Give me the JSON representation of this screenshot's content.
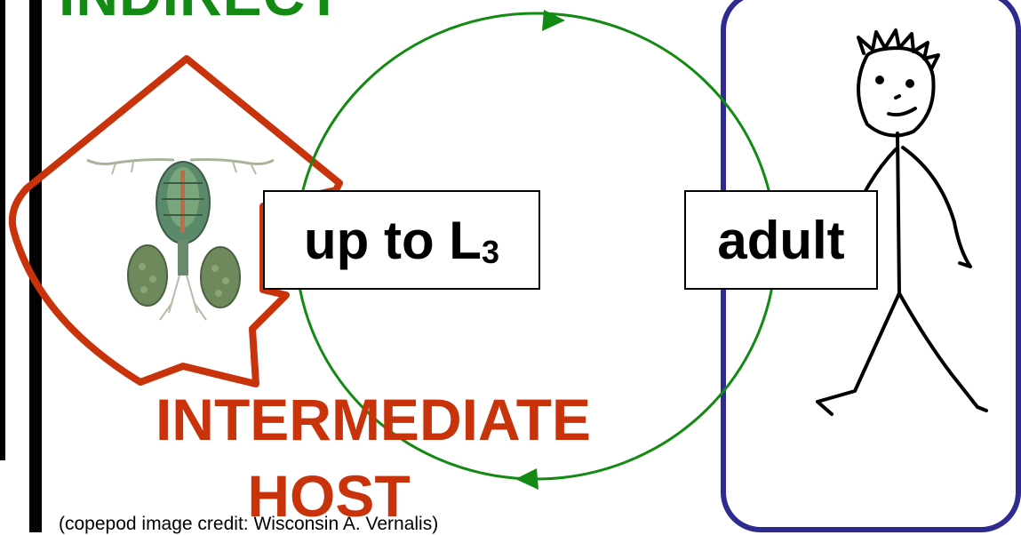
{
  "heading": "INDIRECT",
  "larva_stage": {
    "text": "up to L",
    "subscript": "3"
  },
  "adult_stage": "adult",
  "intermediate_host": {
    "line1": "INTERMEDIATE",
    "line2": "HOST"
  },
  "image_credit": "(copepod image credit: Wisconsin A. Vernalis)",
  "colors": {
    "cycle_arrow": "#138a13",
    "intermediate_host_outline": "#c8330b",
    "definitive_host_outline": "#2e2a8f",
    "left_bar": "#000000"
  },
  "icons": [
    "copepod-illustration",
    "stick-figure-human"
  ]
}
